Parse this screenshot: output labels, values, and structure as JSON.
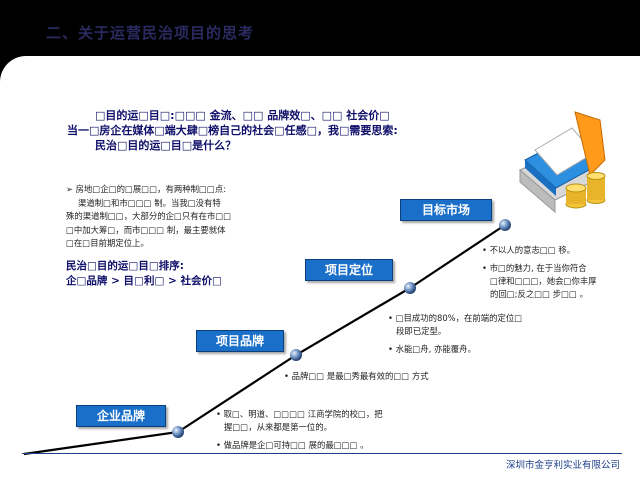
{
  "header": {
    "title": "二、关于运营民治项目的思考"
  },
  "intro": {
    "line1": "□目的运□目□:□□□ 金流、□□ 品牌效□、□□ 社会价□",
    "line2": "当一□房企在媒体□端大肆□榜自己的社会□任感□，我□需要思索:",
    "line3": "民治□目的运□目□是什么？"
  },
  "note": {
    "line1": "➢ 房地□企□的□展□□，有两种制□□点:",
    "line2": "渠道制□和市□□□ 制。当我□没有特",
    "line3": "殊的渠道制□□，大部分的企□只有在市□□",
    "line4": "□中加大筹□，而市□□□ 制，最主要就体",
    "line5": "□在□目前期定位上。"
  },
  "ranking": {
    "line1": "民治□目的运□目□排序:",
    "line2": "企□品牌 > 目□利□ > 社会价□"
  },
  "stages": [
    {
      "label": "企业品牌"
    },
    {
      "label": "项目品牌"
    },
    {
      "label": "项目定位"
    },
    {
      "label": "目标市场"
    }
  ],
  "bullets_stage1": [
    "• 取□、明道、□□□□ 江商学院的校□，把",
    "握□□，从来都是第一位的。",
    "• 做品牌是企□可持□□ 展的最□□□ 。"
  ],
  "bullets_stage2": [
    "• 品牌□□ 是最□秀最有效的□□ 方式"
  ],
  "bullets_stage3": [
    "• □目成功的80%，在前端的定位□",
    "段即已定型。",
    "• 水能□舟, 亦能覆舟。"
  ],
  "bullets_stage4": [
    "• 不以人的意志□□ 移。",
    "• 市□的魅力, 在于当你符合",
    "□律和□□□，她会□你丰厚",
    "的回□;反之□□ 步□□ 。"
  ],
  "footer": {
    "company": "深圳市金亨利实业有限公司"
  }
}
